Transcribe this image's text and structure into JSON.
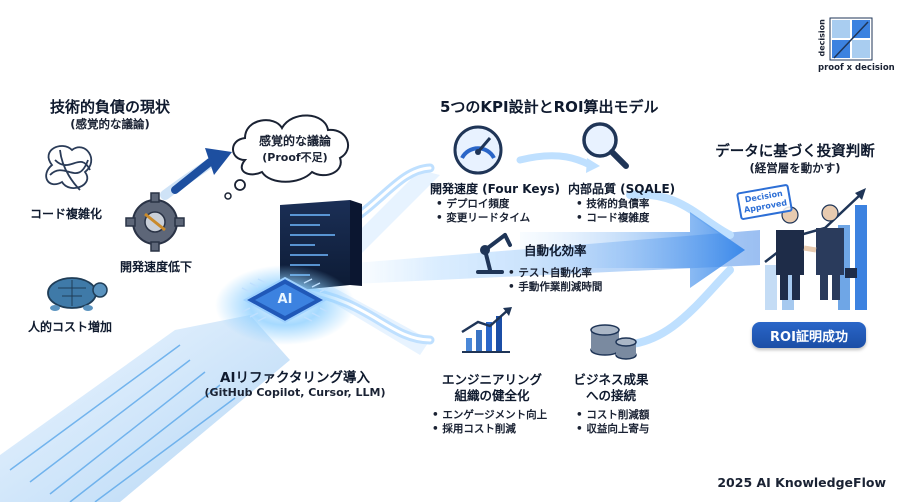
{
  "left_section": {
    "title": "技術的負債の現状",
    "subtitle": "(感覚的な議論)",
    "items": [
      {
        "label": "コード複雑化",
        "icon": "tangle-icon"
      },
      {
        "label": "開発速度低下",
        "icon": "gear-icon"
      },
      {
        "label": "人的コスト増加",
        "icon": "turtle-icon"
      }
    ]
  },
  "cloud": {
    "line1": "感覚的な議論",
    "line2": "(Proof不足)"
  },
  "center": {
    "title": "AIリファクタリング導入",
    "subtitle": "(GitHub Copilot, Cursor, LLM)",
    "chip_label": "AI"
  },
  "kpi": {
    "title": "5つのKPI設計とROI算出モデル",
    "items": [
      {
        "title": "開発速度 (Four Keys)",
        "bullets": [
          "デプロイ頻度",
          "変更リードタイム"
        ],
        "icon": "speedometer-icon"
      },
      {
        "title": "内部品質 (SQALE)",
        "bullets": [
          "技術的負債率",
          "コード複雑度"
        ],
        "icon": "magnifier-icon"
      },
      {
        "title": "自動化効率",
        "bullets": [
          "テスト自動化率",
          "手動作業削減時間"
        ],
        "icon": "robot-arm-icon"
      },
      {
        "title_lines": [
          "エンジニアリング",
          "組織の健全化"
        ],
        "bullets": [
          "エンゲージメント向上",
          "採用コスト削減"
        ],
        "icon": "bar-chart-icon"
      },
      {
        "title_lines": [
          "ビジネス成果",
          "への接続"
        ],
        "bullets": [
          "コスト削減額",
          "収益向上寄与"
        ],
        "icon": "coins-icon"
      }
    ]
  },
  "right_section": {
    "title": "データに基づく投資判断",
    "subtitle": "(経営層を動かす)",
    "stamp_line1": "Decision",
    "stamp_line2": "Approved",
    "button_label": "ROI証明成功"
  },
  "corner_logo": {
    "y_label": "decision",
    "x_label": "proof x decision"
  },
  "footer": "2025 AI KnowledgeFlow",
  "colors": {
    "accent": "#2a66c8",
    "dark_navy": "#0f1a2e",
    "light_blue": "#bfe0ff"
  }
}
